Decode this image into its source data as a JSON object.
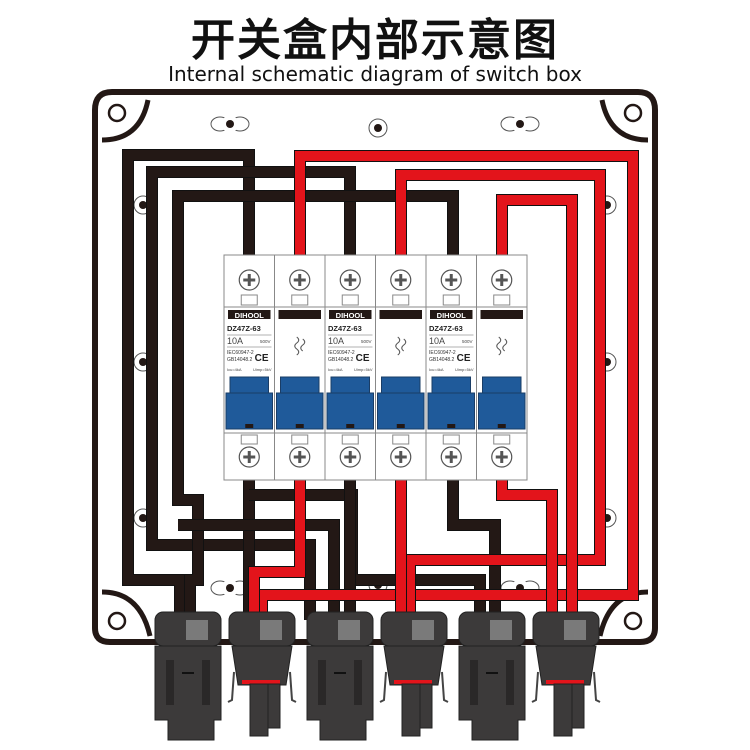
{
  "header": {
    "title_cn": "开关盒内部示意图",
    "title_en": "Internal schematic diagram of switch box"
  },
  "colors": {
    "wire_black": "#231815",
    "wire_red": "#e3141b",
    "handle_blue": "#1f5a9a",
    "enclosure": "#231815",
    "connector": "#3c3a3a"
  },
  "breakers": [
    {
      "pole": 1,
      "brand": "DIHOOL",
      "model": "DZ47Z-63",
      "rating": "10A",
      "voltage": "500V",
      "std1": "IEC60947-2",
      "std2": "GB14048.2",
      "icu": "Icu=4kA",
      "uimp": "Uimp=5kV",
      "mark": "CE"
    },
    {
      "pole": 2,
      "brand": "",
      "model": "",
      "rating": "",
      "voltage": "",
      "std1": "",
      "std2": "",
      "icu": "",
      "uimp": "",
      "mark": ""
    },
    {
      "pole": 1,
      "brand": "DIHOOL",
      "model": "DZ47Z-63",
      "rating": "10A",
      "voltage": "500V",
      "std1": "IEC60947-2",
      "std2": "GB14048.2",
      "icu": "Icu=4kA",
      "uimp": "Uimp=5kV",
      "mark": "CE"
    },
    {
      "pole": 2,
      "brand": "",
      "model": "",
      "rating": "",
      "voltage": "",
      "std1": "",
      "std2": "",
      "icu": "",
      "uimp": "",
      "mark": ""
    },
    {
      "pole": 1,
      "brand": "DIHOOL",
      "model": "DZ47Z-63",
      "rating": "10A",
      "voltage": "500V",
      "std1": "IEC60947-2",
      "std2": "GB14048.2",
      "icu": "Icu=4kA",
      "uimp": "Uimp=5kV",
      "mark": "CE"
    },
    {
      "pole": 2,
      "brand": "",
      "model": "",
      "rating": "",
      "voltage": "",
      "std1": "",
      "std2": "",
      "icu": "",
      "uimp": "",
      "mark": ""
    }
  ],
  "connectors": [
    {
      "type": "male",
      "polarity": "negative",
      "wire": "black"
    },
    {
      "type": "female",
      "polarity": "positive",
      "wire": "red"
    },
    {
      "type": "male",
      "polarity": "negative",
      "wire": "black"
    },
    {
      "type": "female",
      "polarity": "positive",
      "wire": "red"
    },
    {
      "type": "male",
      "polarity": "negative",
      "wire": "black"
    },
    {
      "type": "female",
      "polarity": "positive",
      "wire": "red"
    }
  ],
  "icons": {
    "mounting_hole": "mounting-hole-icon",
    "screw_terminal": "screw-terminal-icon",
    "ce_mark": "ce-mark-icon"
  }
}
